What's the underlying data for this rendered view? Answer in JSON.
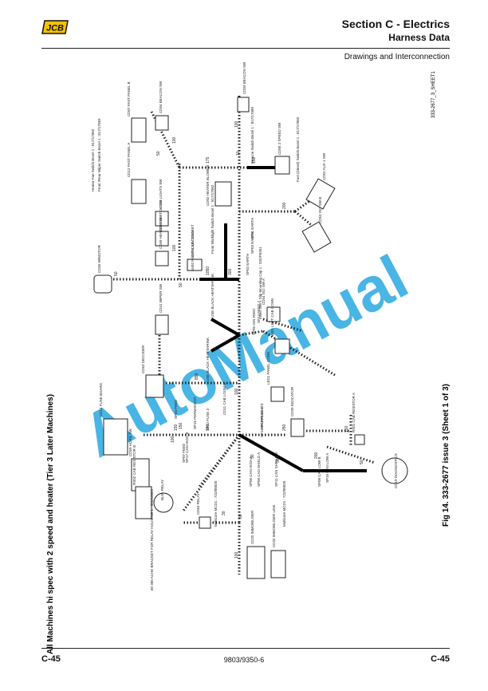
{
  "header": {
    "logo_text": "JCB",
    "section_title": "Section C - Electrics",
    "section_subtitle": "Harness Data",
    "section_description": "Drawings and Interconnection"
  },
  "footer": {
    "page_left": "C-45",
    "document_number": "9803/9350-6",
    "page_right": "C-45"
  },
  "diagram": {
    "title": "All Machines hi spec with 2 speed and heater (Tier 3 Later Machines)",
    "caption": "Fig 14. 333-2677 issue 3 (Sheet 1 of 3)",
    "drawing_ref": "333-2677_3_SHEET1",
    "watermark": "AutoManual",
    "notes": {
      "heater_fan": "Heater Fan Switch Bezel  1 : 817/17082",
      "front_rear_wiper": "Front /Rear Wiper Switch Bezel  1 : 817/17083",
      "beacon_switch": "Beacon Switch Bezel  1 : 817/17080",
      "fuel_level": "Fuel (Diesel) Switch Bezel  1 : 817/17082",
      "work_light": "Front Worklight Switch Bezel  1 : 817/17082",
      "heatshrink_a": "USE BLACK HEATSHRINK",
      "heatshrink_b": "USE BLACK HEATSHRINK",
      "bracket_note": "60 300 ACHE BRACKET FOR RELAY HOUSING  1 : 331/16623",
      "multicore_a": "Multicore  MCD1 : 722/00020",
      "multicore_b": "Multicore  MCD1 : 722/00020",
      "insert_note": "Insert 300 x Slip Mounting Cap  1 : 332/P0351"
    },
    "connectors": [
      {
        "id": "CD02",
        "label": "HEATER BLOWER"
      },
      {
        "id": "CD03",
        "label": "BEACON SW"
      },
      {
        "id": "CD04",
        "label": "BEACON SW"
      },
      {
        "id": "CD05",
        "label": "2 SPEED SW"
      },
      {
        "id": "CD06",
        "label": "12V SOCKET"
      },
      {
        "id": "CD07",
        "label": "FAST PANEL B"
      },
      {
        "id": "CD08",
        "label": "SWITCH SW"
      },
      {
        "id": "CD09",
        "label": "HEATER SW"
      },
      {
        "id": "CD10",
        "label": "LIGHTS SW"
      },
      {
        "id": "CD11",
        "label": "CAB LOOM B"
      },
      {
        "id": "CD12",
        "label": "FAST PANEL A"
      },
      {
        "id": "CD14",
        "label": "FUSE BOARD"
      },
      {
        "id": "CD19",
        "label": "DIAGNOSTICS"
      },
      {
        "id": "CD20",
        "label": "INDICATOR"
      },
      {
        "id": "CD25",
        "label": "IMMOBILISER"
      },
      {
        "id": "CD32",
        "label": "IMMOBILISER LINK"
      },
      {
        "id": "CD41",
        "label": "WIPER SW"
      },
      {
        "id": "CD52",
        "label": "AUX 1 SW"
      },
      {
        "id": "CD53",
        "label": "ISO SW B"
      },
      {
        "id": "CD54",
        "label": "ISO SW A"
      },
      {
        "id": "CD55",
        "label": "W/MOTOR"
      },
      {
        "id": "CD59",
        "label": "HORN SW"
      },
      {
        "id": "CD63",
        "label": "DECODER"
      },
      {
        "id": "CD64",
        "label": "RELAY"
      },
      {
        "id": "RS01",
        "label": "CAB RESISTOR A"
      },
      {
        "id": "RS02",
        "label": "CAB RESISTOR B"
      },
      {
        "id": "BL01",
        "label": "RELAY"
      },
      {
        "id": "LED1",
        "label": "PANEL CONN"
      },
      {
        "id": "MJ01",
        "label": "LEFT CAB CONN"
      },
      {
        "id": "MJ02",
        "label": "RIGHT CAB CONN"
      }
    ],
    "splices": [
      "SP01 EARTH",
      "SP02 EARTH",
      "SP03 EARTH",
      "SP04 FEED",
      "SP05 IGN FEED",
      "SP06 CAN HIGH A",
      "SP07 FEED",
      "SP08 CAN LOW B",
      "SP09 CAN SHIELD A",
      "SP10 CAN LOW A",
      "SP11 CAN SHIELD B",
      "SP12 FUSE 3",
      "SP13 FEED 1",
      "SP14 FEED 7",
      "SP15 WORKLIGHTS",
      "SP16 PERMANENT",
      "SP17 CAN HIGH B"
    ],
    "wire_lengths": [
      "175",
      "150",
      "100",
      "100",
      "100",
      "50",
      "50",
      "300",
      "1050",
      "200",
      "250",
      "150",
      "150",
      "850",
      "100",
      "50",
      "200",
      "150",
      "30",
      "100",
      "100",
      "50",
      "30",
      "300",
      "10",
      "150",
      "50"
    ]
  }
}
